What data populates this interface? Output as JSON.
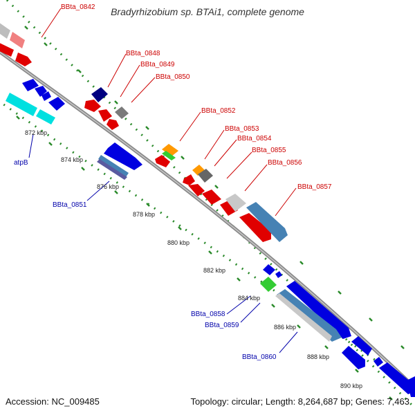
{
  "title": "Bradyrhizobium sp. BTAi1, complete genome",
  "footer": {
    "accession": "Accession: NC_009485",
    "summary": "Topology: circular; Length: 8,264,687 bp; Genes: 7,463"
  },
  "colors": {
    "backbone": "#8a8a8a",
    "tick_dots": "#2a8a2a",
    "label_red": "#cc0000",
    "label_blue": "#0000aa"
  },
  "ticks": [
    {
      "label": "872 kbp"
    },
    {
      "label": "874 kbp"
    },
    {
      "label": "876 kbp"
    },
    {
      "label": "878 kbp"
    },
    {
      "label": "880 kbp"
    },
    {
      "label": "882 kbp"
    },
    {
      "label": "884 kbp"
    },
    {
      "label": "886 kbp"
    },
    {
      "label": "888 kbp"
    },
    {
      "label": "890 kbp"
    }
  ],
  "gene_labels": [
    {
      "name": "BBta_0842",
      "color": "red"
    },
    {
      "name": "BBta_0848",
      "color": "red"
    },
    {
      "name": "BBta_0849",
      "color": "red"
    },
    {
      "name": "BBta_0850",
      "color": "red"
    },
    {
      "name": "BBta_0852",
      "color": "red"
    },
    {
      "name": "BBta_0853",
      "color": "red"
    },
    {
      "name": "BBta_0854",
      "color": "red"
    },
    {
      "name": "BBta_0855",
      "color": "red"
    },
    {
      "name": "BBta_0856",
      "color": "red"
    },
    {
      "name": "BBta_0857",
      "color": "red"
    },
    {
      "name": "atpB",
      "color": "blue"
    },
    {
      "name": "BBta_0851",
      "color": "blue"
    },
    {
      "name": "BBta_0858",
      "color": "blue"
    },
    {
      "name": "BBta_0859",
      "color": "blue"
    },
    {
      "name": "BBta_0860",
      "color": "blue"
    }
  ]
}
